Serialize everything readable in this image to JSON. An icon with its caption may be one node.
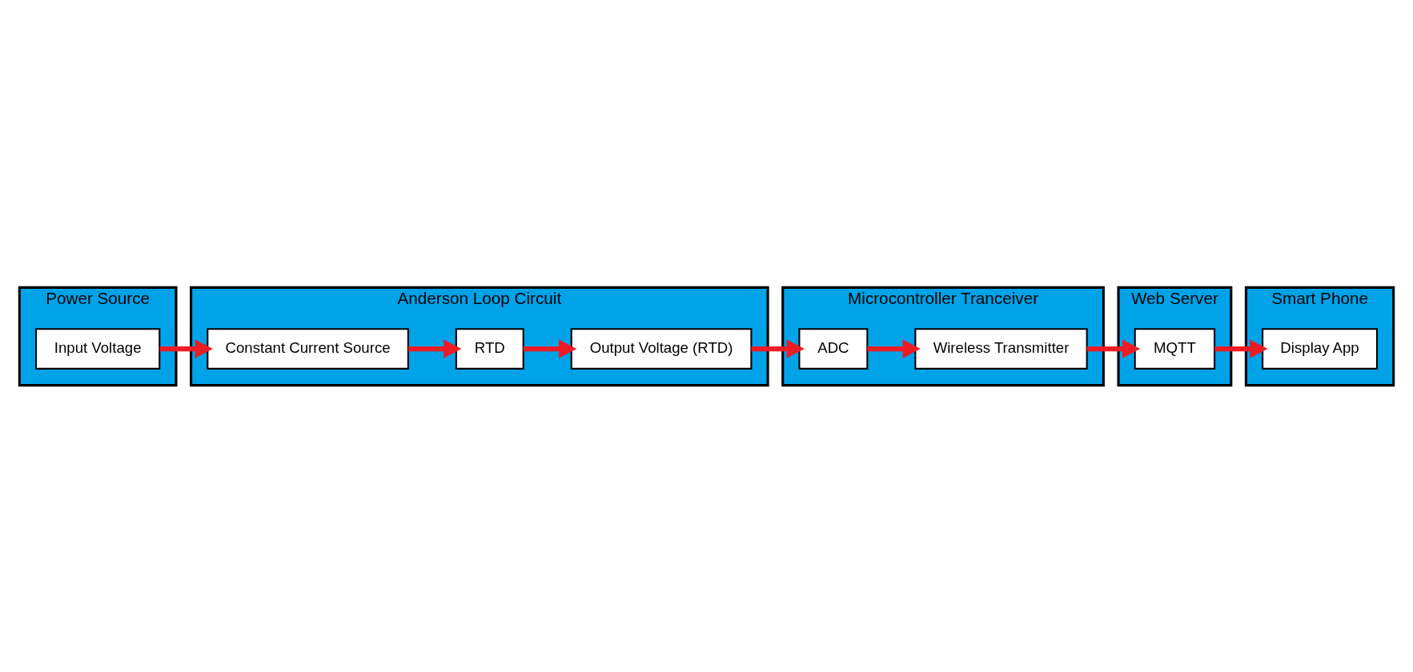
{
  "diagram": {
    "nodes": [
      {
        "text": [
          "Power Source"
        ]
      },
      {
        "text": [
          "Input Voltage"
        ],
        "in": 0
      },
      {
        "text": [
          "Anderson Loop Circuit"
        ]
      },
      {
        "text": [
          "Constant Current Source"
        ],
        "in": 2
      },
      {
        "text": [
          "RTD"
        ],
        "in": 2
      },
      {
        "text": [
          "Output Voltage (RTD)"
        ],
        "in": 2
      },
      {
        "text": [
          "Smart Phone"
        ]
      },
      {
        "text": [
          "Display App"
        ],
        "in": 6
      },
      {
        "text": [
          "Web Server"
        ]
      },
      {
        "text": [
          "MQTT"
        ],
        "in": 8
      },
      {
        "text": [
          "Microcontroller Tranceiver"
        ]
      },
      {
        "text": [
          "Wireless Transmitter"
        ],
        "in": 10
      },
      {
        "text": [
          "ADC"
        ],
        "in": 10
      }
    ],
    "edges": [
      {
        "from": 1,
        "to": 3,
        "arrow": "to"
      },
      {
        "from": 3,
        "to": 4,
        "arrow": "to"
      },
      {
        "from": 4,
        "to": 5,
        "arrow": "to"
      },
      {
        "from": 5,
        "to": 12,
        "arrow": "to"
      },
      {
        "from": 12,
        "to": 11,
        "arrow": "to"
      },
      {
        "from": 11,
        "to": 9,
        "arrow": "to"
      },
      {
        "from": 9,
        "to": 7,
        "arrow": "to"
      }
    ]
  }
}
